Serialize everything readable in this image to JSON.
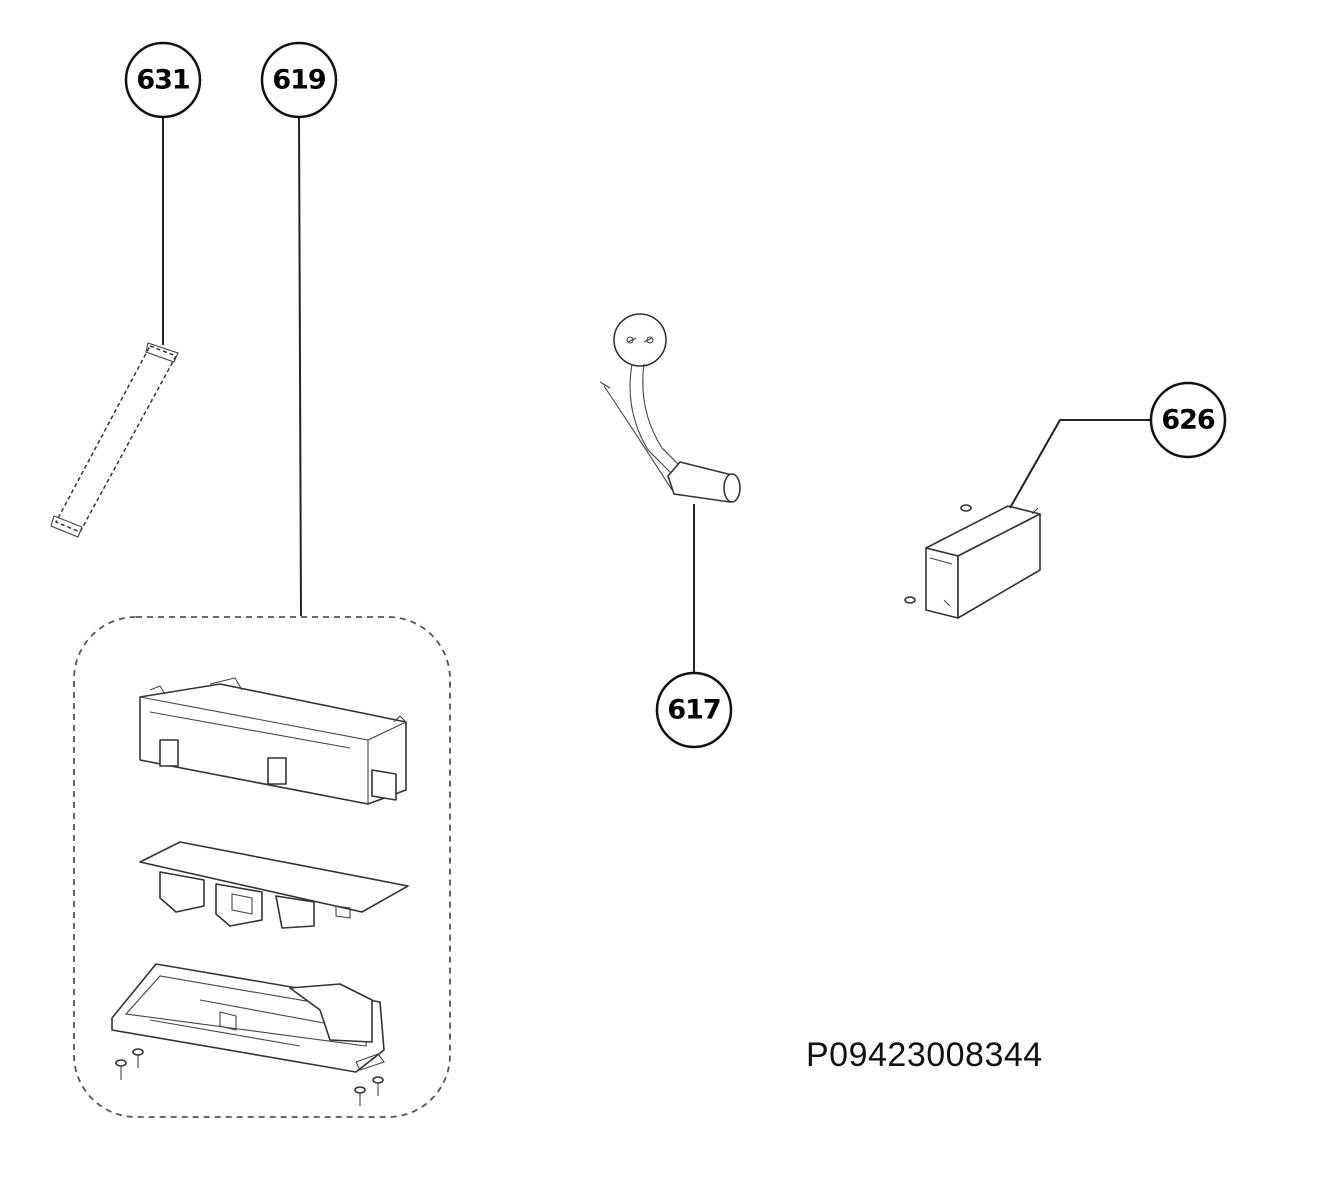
{
  "callouts": {
    "c631": "631",
    "c619": "619",
    "c617": "617",
    "c626": "626"
  },
  "document_code": "P09423008344"
}
